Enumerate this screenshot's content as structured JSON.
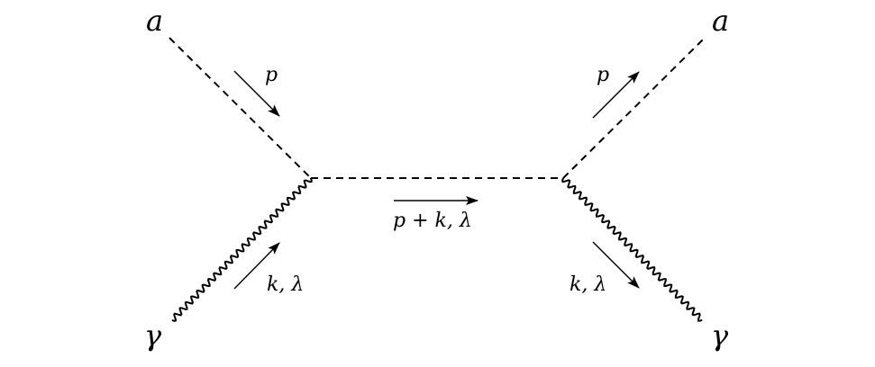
{
  "diagram": {
    "external_labels": {
      "top_left": "a",
      "top_right": "a",
      "bottom_left": "γ",
      "bottom_right": "γ"
    },
    "momentum_labels": {
      "incoming_axion": "p",
      "outgoing_axion": "p",
      "incoming_photon": "k, λ",
      "outgoing_photon": "k, λ",
      "propagator": "p + k, λ"
    },
    "line_styles": {
      "axion": "dashed",
      "photon": "wavy",
      "propagator": "dashed"
    },
    "colors": {
      "stroke": "#000000",
      "background": "#ffffff"
    }
  }
}
